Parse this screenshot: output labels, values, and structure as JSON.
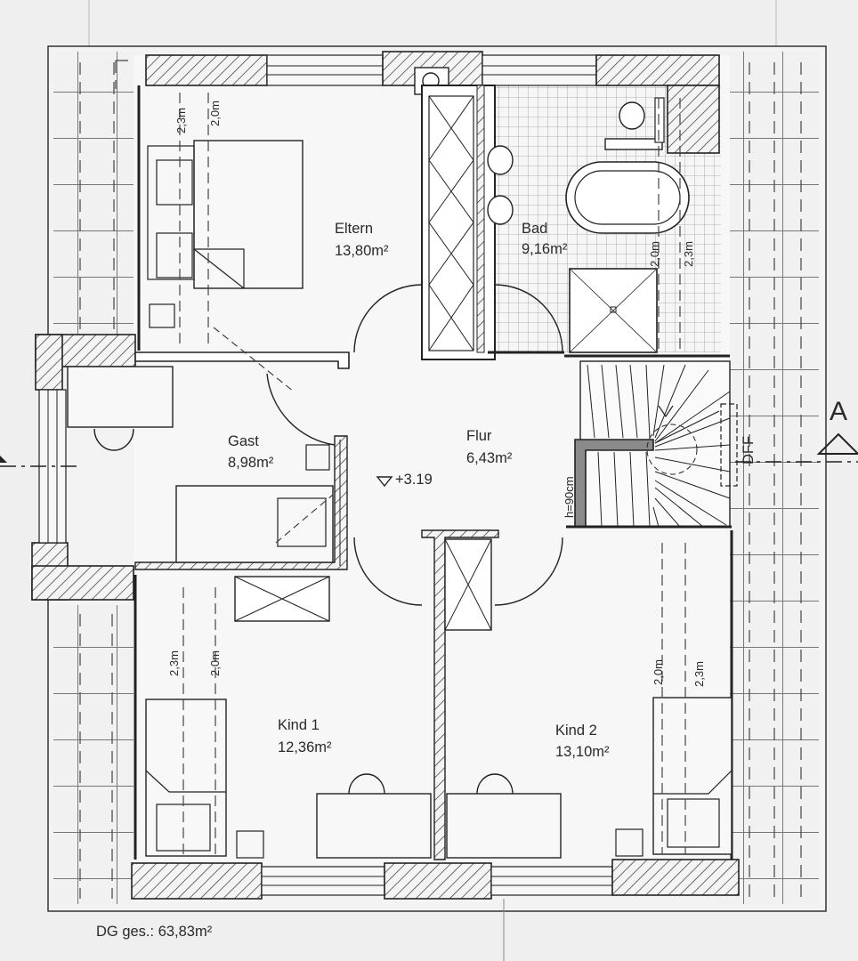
{
  "rooms": {
    "eltern": {
      "name": "Eltern",
      "area": "13,80m²"
    },
    "bad": {
      "name": "Bad",
      "area": "9,16m²"
    },
    "gast": {
      "name": "Gast",
      "area": "8,98m²"
    },
    "flur": {
      "name": "Flur",
      "area": "6,43m²"
    },
    "kind1": {
      "name": "Kind 1",
      "area": "12,36m²"
    },
    "kind2": {
      "name": "Kind 2",
      "area": "13,10m²"
    }
  },
  "level_mark": "+3.19",
  "rail_height": "h=90cm",
  "roof_window": "DFF",
  "section_marker": "A",
  "heights": {
    "h23": "2,3m",
    "h20": "2,0m"
  },
  "total_area": "DG ges.: 63,83m²"
}
